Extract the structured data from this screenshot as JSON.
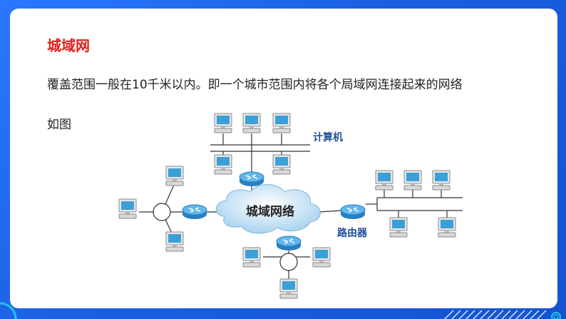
{
  "slide": {
    "title": "城域网",
    "description": "覆盖范围一般在10千米以内。即一个城市范围内将各个局域网连接起来的网络",
    "figure_caption": "如图"
  },
  "diagram": {
    "cloud_label": "城域网络",
    "computer_label": "计算机",
    "router_label": "路由器"
  },
  "colors": {
    "title": "#e0201b",
    "frame": "#1a5fe0",
    "accent": "#22c3e6"
  }
}
